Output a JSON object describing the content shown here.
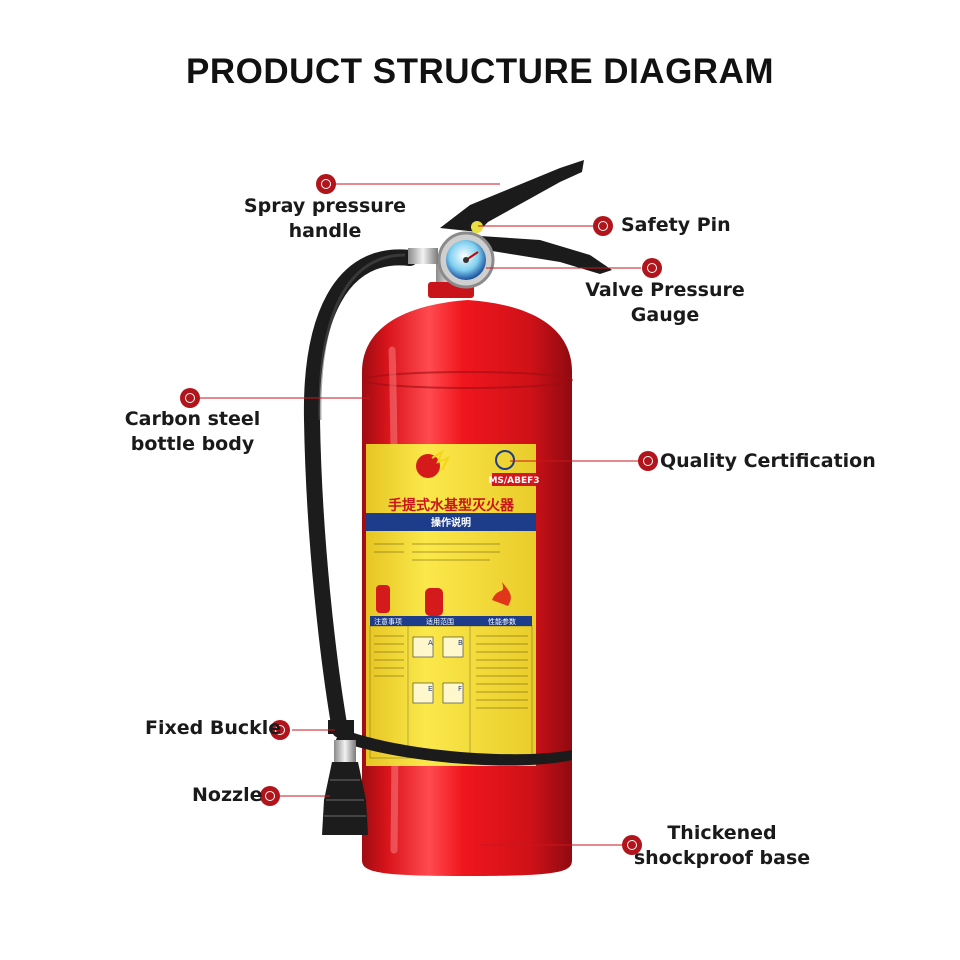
{
  "title": "PRODUCT STRUCTURE DIAGRAM",
  "callouts": {
    "spray_handle": [
      "Spray pressure",
      "handle"
    ],
    "safety_pin": "Safety Pin",
    "gauge": [
      "Valve Pressure",
      "Gauge"
    ],
    "bottle_body": [
      "Carbon steel",
      "bottle body"
    ],
    "certification": "Quality Certification",
    "buckle": "Fixed Buckle",
    "nozzle": "Nozzle",
    "base": [
      "Thickened",
      "shockproof base"
    ]
  },
  "product_label": {
    "model": "MS/ABEF3",
    "name": "手提式水基型灭火器",
    "section": "操作说明",
    "col_a": "注意事项",
    "col_b": "适用范围",
    "col_c": "性能参数",
    "classes": [
      "A",
      "B",
      "E",
      "F"
    ]
  },
  "colors": {
    "accent_dot": "#b2141b",
    "leader_line": "#c9161e",
    "cylinder_red": "#e8151c",
    "label_yellow": "#f7e23a",
    "label_blue": "#1d3d8a"
  }
}
